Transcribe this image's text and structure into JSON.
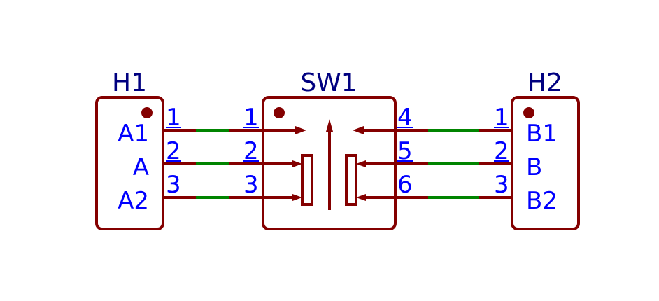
{
  "components": {
    "h1": {
      "ref": "H1",
      "pins": [
        {
          "num": "1",
          "name": "A1"
        },
        {
          "num": "2",
          "name": "A"
        },
        {
          "num": "3",
          "name": "A2"
        }
      ]
    },
    "sw1": {
      "ref": "SW1",
      "pins": [
        {
          "num": "1"
        },
        {
          "num": "2"
        },
        {
          "num": "3"
        },
        {
          "num": "4"
        },
        {
          "num": "5"
        },
        {
          "num": "6"
        }
      ]
    },
    "h2": {
      "ref": "H2",
      "pins": [
        {
          "num": "1",
          "name": "B1"
        },
        {
          "num": "2",
          "name": "B"
        },
        {
          "num": "3",
          "name": "B2"
        }
      ]
    }
  },
  "colors": {
    "body": "#840000",
    "wire": "#008400",
    "reference_text": "#000080",
    "pin_text": "#0000ff",
    "background": "#ffffff"
  }
}
